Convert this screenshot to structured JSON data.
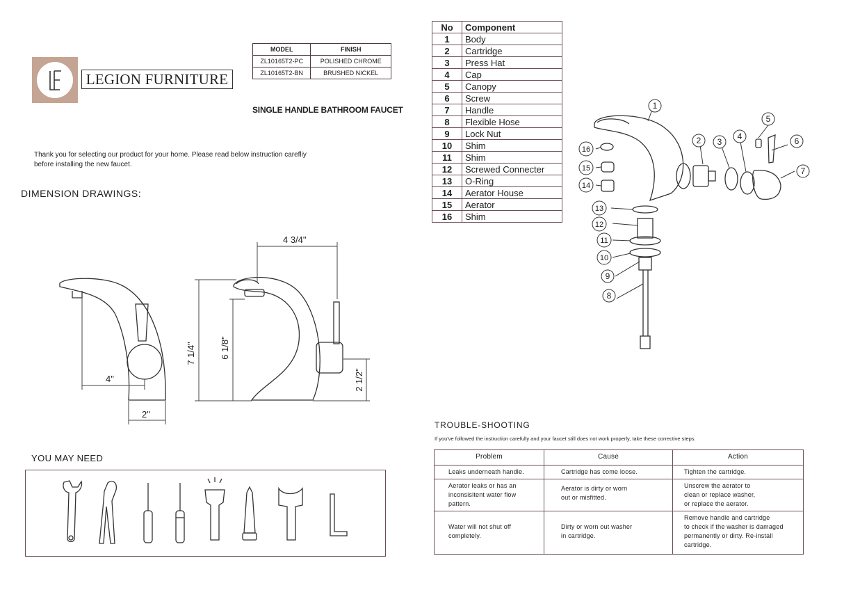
{
  "model_table": {
    "headers": [
      "MODEL",
      "FINISH"
    ],
    "rows": [
      [
        "ZL10165T2-PC",
        "POLISHED CHROME"
      ],
      [
        "ZL10165T2-BN",
        "BRUSHED NICKEL"
      ]
    ]
  },
  "brand": {
    "logo_letters": "LF",
    "name": "LEGION FURNITURE",
    "logo_color": "#c4a493"
  },
  "subtitle": "SINGLE HANDLE BATHROOM FAUCET",
  "intro": {
    "line1": "Thank you for selecting our product for your home. Please read below instruction carefliy",
    "line2": "before installing the new faucet."
  },
  "dimension_heading": "DIMENSION DRAWINGS:",
  "dimensions": {
    "reach": "4 3/4\"",
    "spout_depth": "4\"",
    "base_width": "2\"",
    "total_height": "7 1/4\"",
    "spout_height": "6 1/8\"",
    "handle_height": "2 1/2\""
  },
  "components": {
    "headers": [
      "No",
      "Component"
    ],
    "rows": [
      [
        "1",
        "Body"
      ],
      [
        "2",
        "Cartridge"
      ],
      [
        "3",
        "Press Hat"
      ],
      [
        "4",
        "Cap"
      ],
      [
        "5",
        "Canopy"
      ],
      [
        "6",
        "Screw"
      ],
      [
        "7",
        "Handle"
      ],
      [
        "8",
        "Flexible Hose"
      ],
      [
        "9",
        "Lock Nut"
      ],
      [
        "10",
        "Shim"
      ],
      [
        "11",
        "Shim"
      ],
      [
        "12",
        "Screwed Connecter"
      ],
      [
        "13",
        "O-Ring"
      ],
      [
        "14",
        "Aerator House"
      ],
      [
        "15",
        "Aerator"
      ],
      [
        "16",
        "Shim"
      ]
    ]
  },
  "callouts": [
    "1",
    "2",
    "3",
    "4",
    "5",
    "6",
    "7",
    "8",
    "9",
    "10",
    "11",
    "12",
    "13",
    "14",
    "15",
    "16"
  ],
  "trouble": {
    "heading": "TROUBLE-SHOOTING",
    "subheading": "If you've followed the instruction carefully and your faucet still does not work properly, take these corrective steps.",
    "headers": [
      "Problem",
      "Cause",
      "Action"
    ],
    "rows": [
      {
        "problem": [
          "Leaks underneath handle."
        ],
        "cause": [
          "Cartridge  has  come  loose."
        ],
        "action": [
          "Tighten the cartridge."
        ]
      },
      {
        "problem": [
          "Aerator leaks or has an",
          "inconsisitent water flow",
          "pattern."
        ],
        "cause": [
          "Aerator  is dirty or worn",
          "out or misfitted."
        ],
        "action": [
          "Unscrew the aerator to",
          "clean or replace washer,",
          "or replace the aerator."
        ]
      },
      {
        "problem": [
          "Water will not shut off",
          "completely."
        ],
        "cause": [
          "Dirty or worn out washer",
          "in cartridge."
        ],
        "action": [
          "Remove handle and cartridge",
          "to check if the washer is damaged",
          "permanently or dirty. Re-install",
          "cartridge."
        ]
      }
    ]
  },
  "tools": {
    "heading": "YOU MAY NEED",
    "icons": [
      "adjustable-wrench-icon",
      "pliers-icon",
      "flathead-screwdriver-icon",
      "phillips-screwdriver-icon",
      "flashlight-icon",
      "sealant-tube-icon",
      "basin-wrench-icon",
      "hex-key-icon"
    ]
  }
}
